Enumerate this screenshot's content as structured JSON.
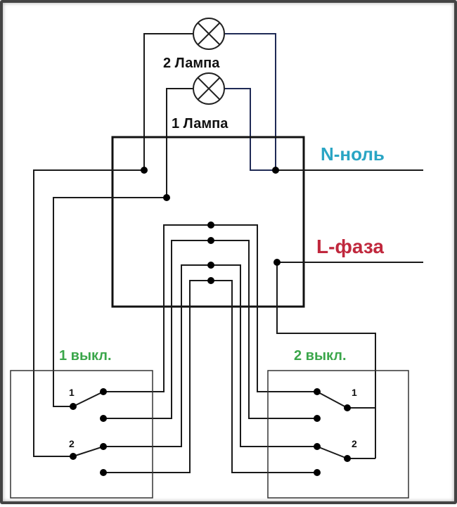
{
  "labels": {
    "lamp2": "2 Лампа",
    "lamp1": "1 Лампа",
    "neutral": "N-ноль",
    "phase": "L-фаза",
    "switch1": "1 выкл.",
    "switch2": "2 выкл.",
    "sw1_key1": "1",
    "sw1_key2": "2",
    "sw2_key1": "1",
    "sw2_key2": "2"
  },
  "colors": {
    "neutral": "#2aa5c4",
    "phase": "#c0283d",
    "switch_labels": "#3aa64a"
  }
}
